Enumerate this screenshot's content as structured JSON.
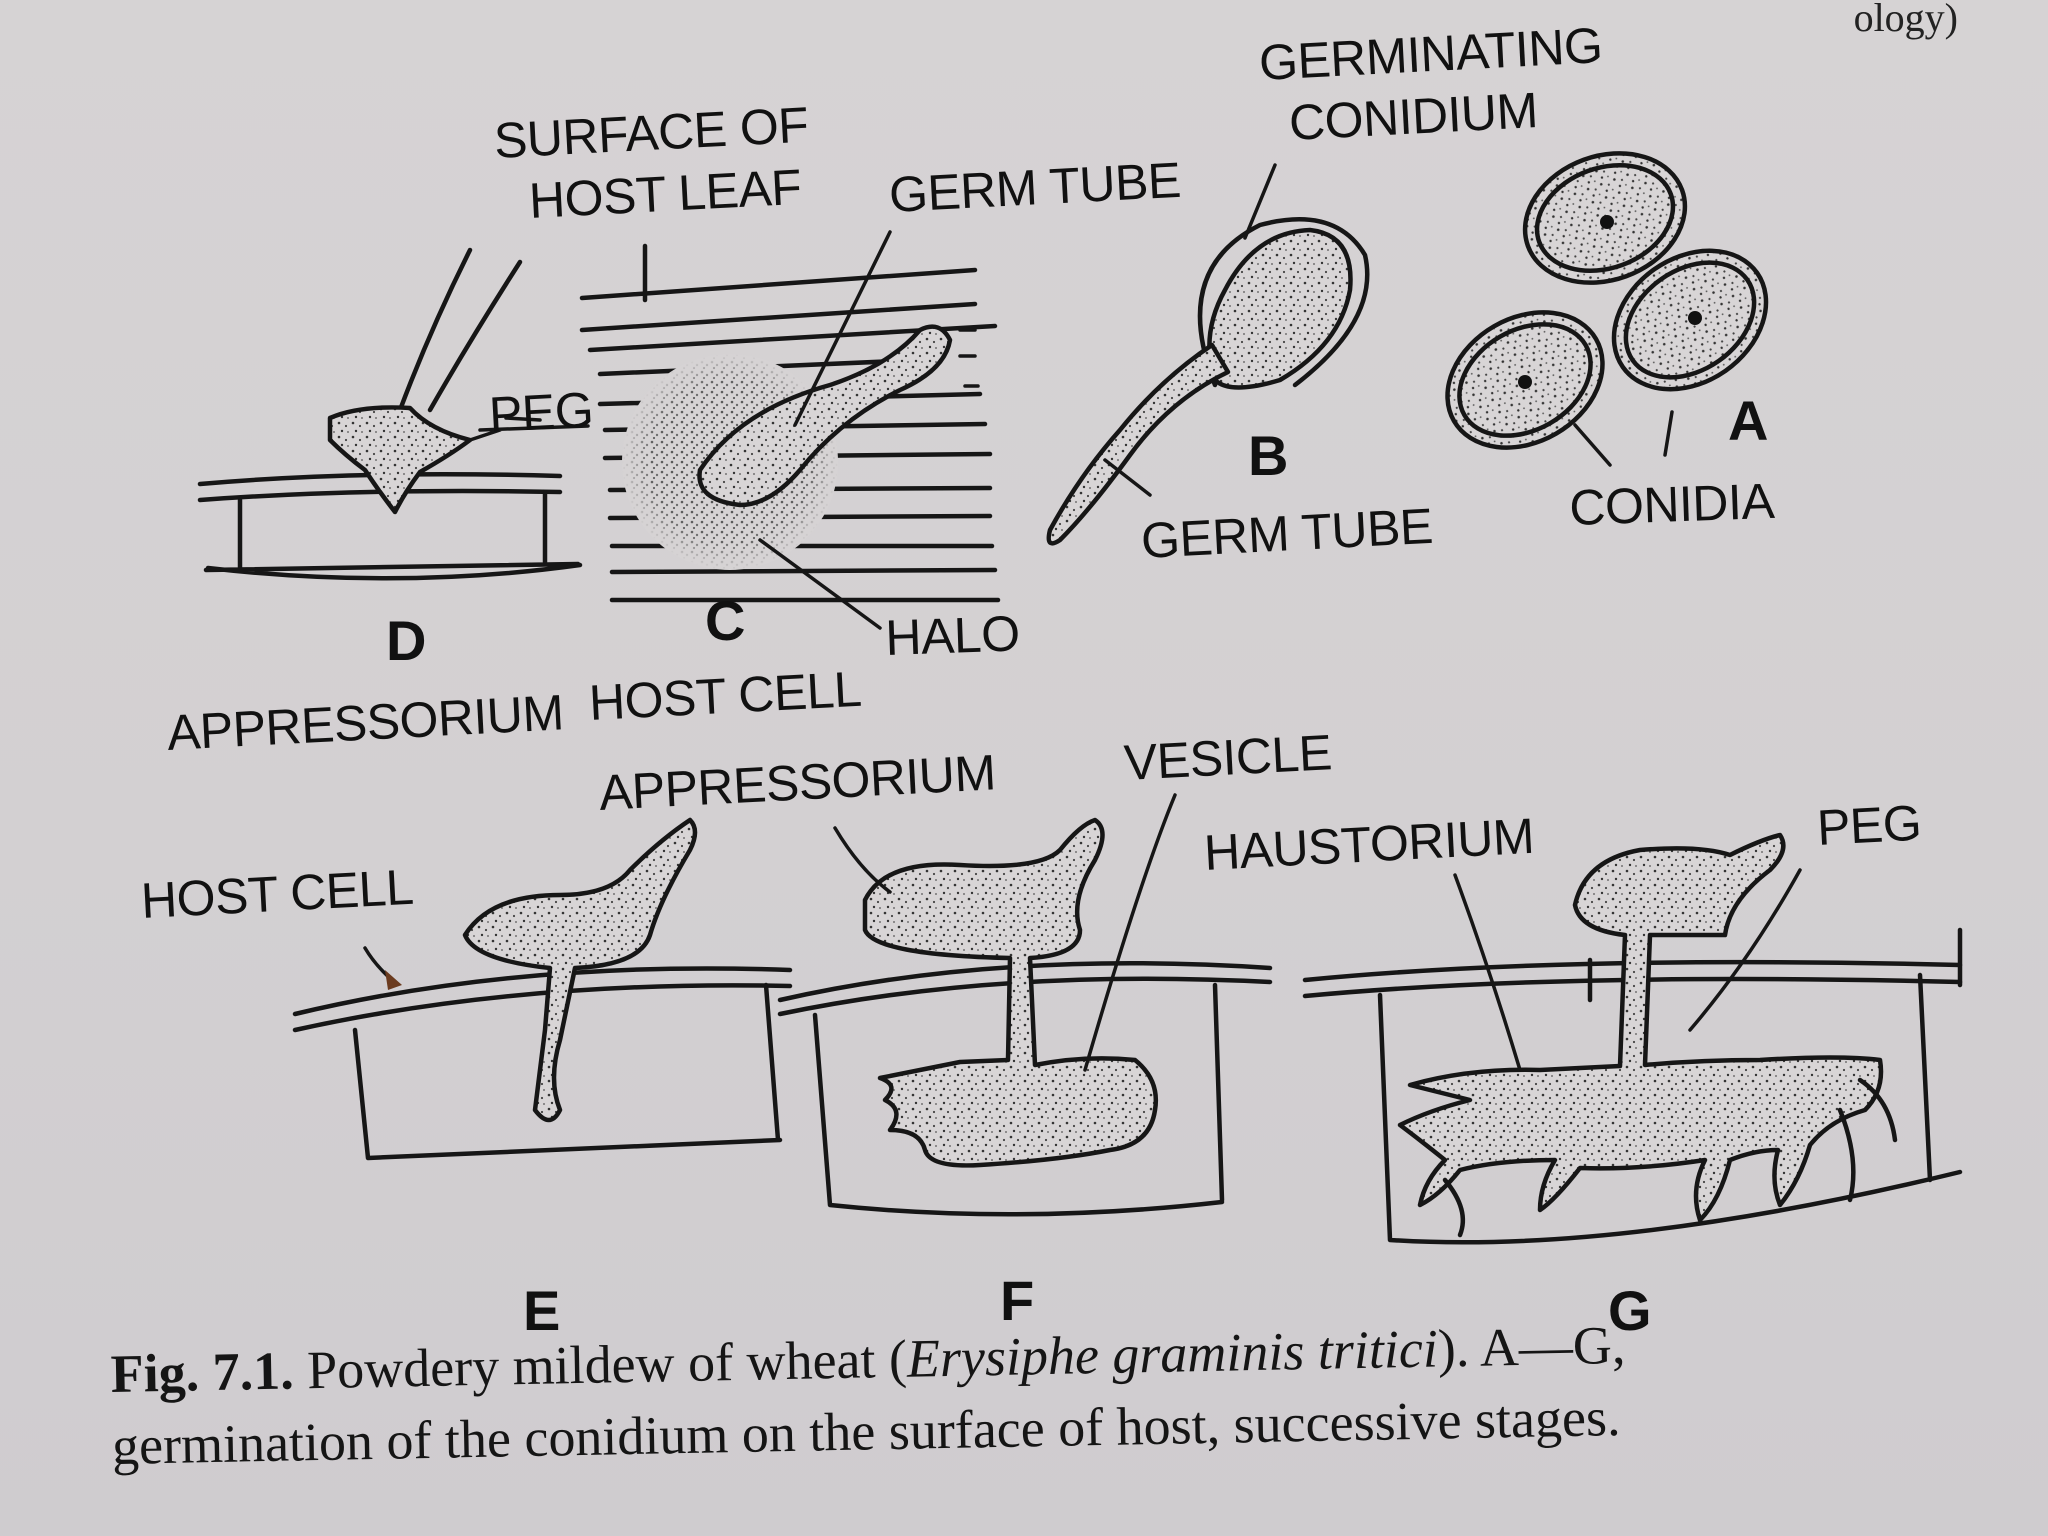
{
  "corner_text": "ology)",
  "labels": {
    "surface_of_host_leaf_1": "SURFACE OF",
    "surface_of_host_leaf_2": "HOST LEAF",
    "germ_tube_top": "GERM TUBE",
    "germinating_1": "GERMINATING",
    "germinating_2": "CONIDIUM",
    "peg_d": "PEG",
    "letter_a": "A",
    "letter_b": "B",
    "germ_tube_b": "GERM TUBE",
    "conidia": "CONIDIA",
    "letter_d": "D",
    "letter_c": "C",
    "halo": "HALO",
    "appressorium_d": "APPRESSORIUM",
    "host_cell_c": "HOST CELL",
    "appressorium_f": "APPRESSORIUM",
    "vesicle": "VESICLE",
    "host_cell_e": "HOST CELL",
    "haustorium": "HAUSTORIUM",
    "peg_g": "PEG",
    "letter_e": "E",
    "letter_f": "F",
    "letter_g": "G"
  },
  "caption": {
    "fig_number": "Fig. 7.1.",
    "text_before": "Powdery mildew of wheat (",
    "species": "Erysiphe graminis tritici",
    "text_after": "). A—G,",
    "line2": "germination of the conidium on the surface of host, successive stages."
  }
}
